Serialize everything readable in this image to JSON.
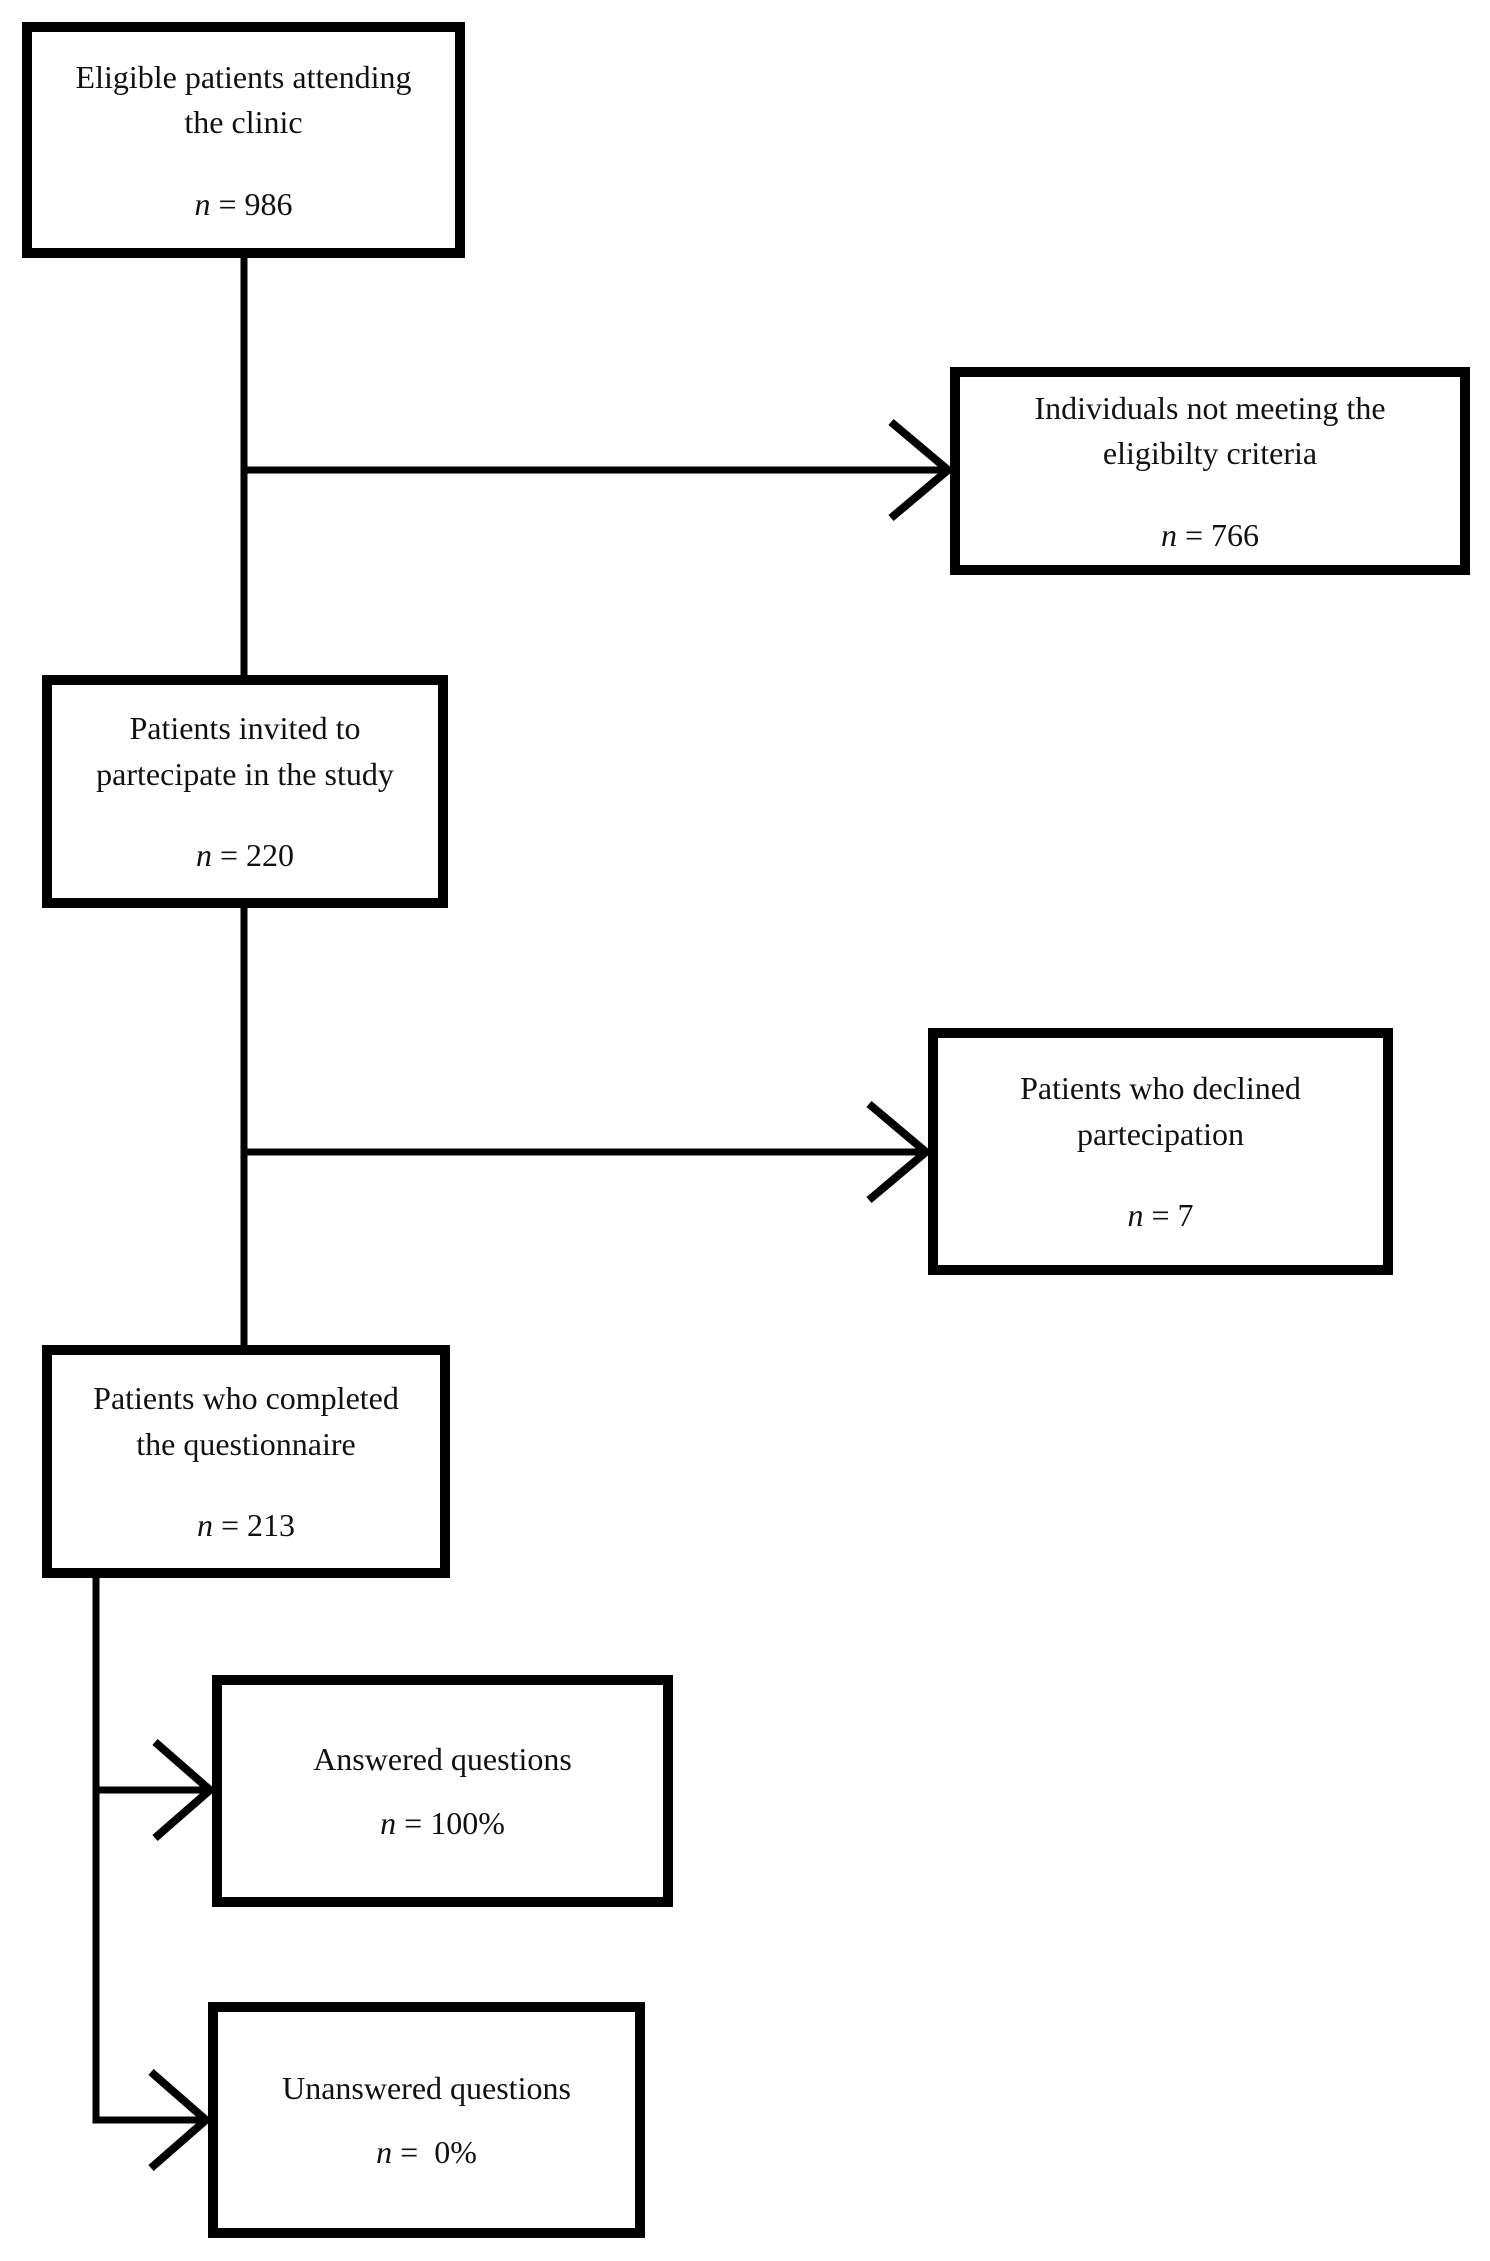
{
  "diagram": {
    "type": "patient-flow-chart",
    "background_color": "#ffffff",
    "line_color": "#000000",
    "text_color": "#111111"
  },
  "nodes": [
    {
      "id": "eligible",
      "label": "Eligible patients attending\nthe clinic",
      "n_symbol": "n",
      "n_rest": " = 986"
    },
    {
      "id": "noteligible",
      "label": "Individuals not meeting the\neligibilty criteria",
      "n_symbol": "n",
      "n_rest": " = 766"
    },
    {
      "id": "invited",
      "label": "Patients invited to\npartecipate in the study",
      "n_symbol": "n",
      "n_rest": " = 220"
    },
    {
      "id": "declined",
      "label": "Patients who declined\npartecipation",
      "n_symbol": "n",
      "n_rest": " = 7"
    },
    {
      "id": "completed",
      "label": "Patients who completed\nthe questionnaire",
      "n_symbol": "n",
      "n_rest": " = 213"
    },
    {
      "id": "answered",
      "label": "Answered questions",
      "n_symbol": "n",
      "n_rest": " = 100%"
    },
    {
      "id": "unanswered",
      "label": "Unanswered questions",
      "n_symbol": "n",
      "n_rest": " =  0%"
    }
  ]
}
